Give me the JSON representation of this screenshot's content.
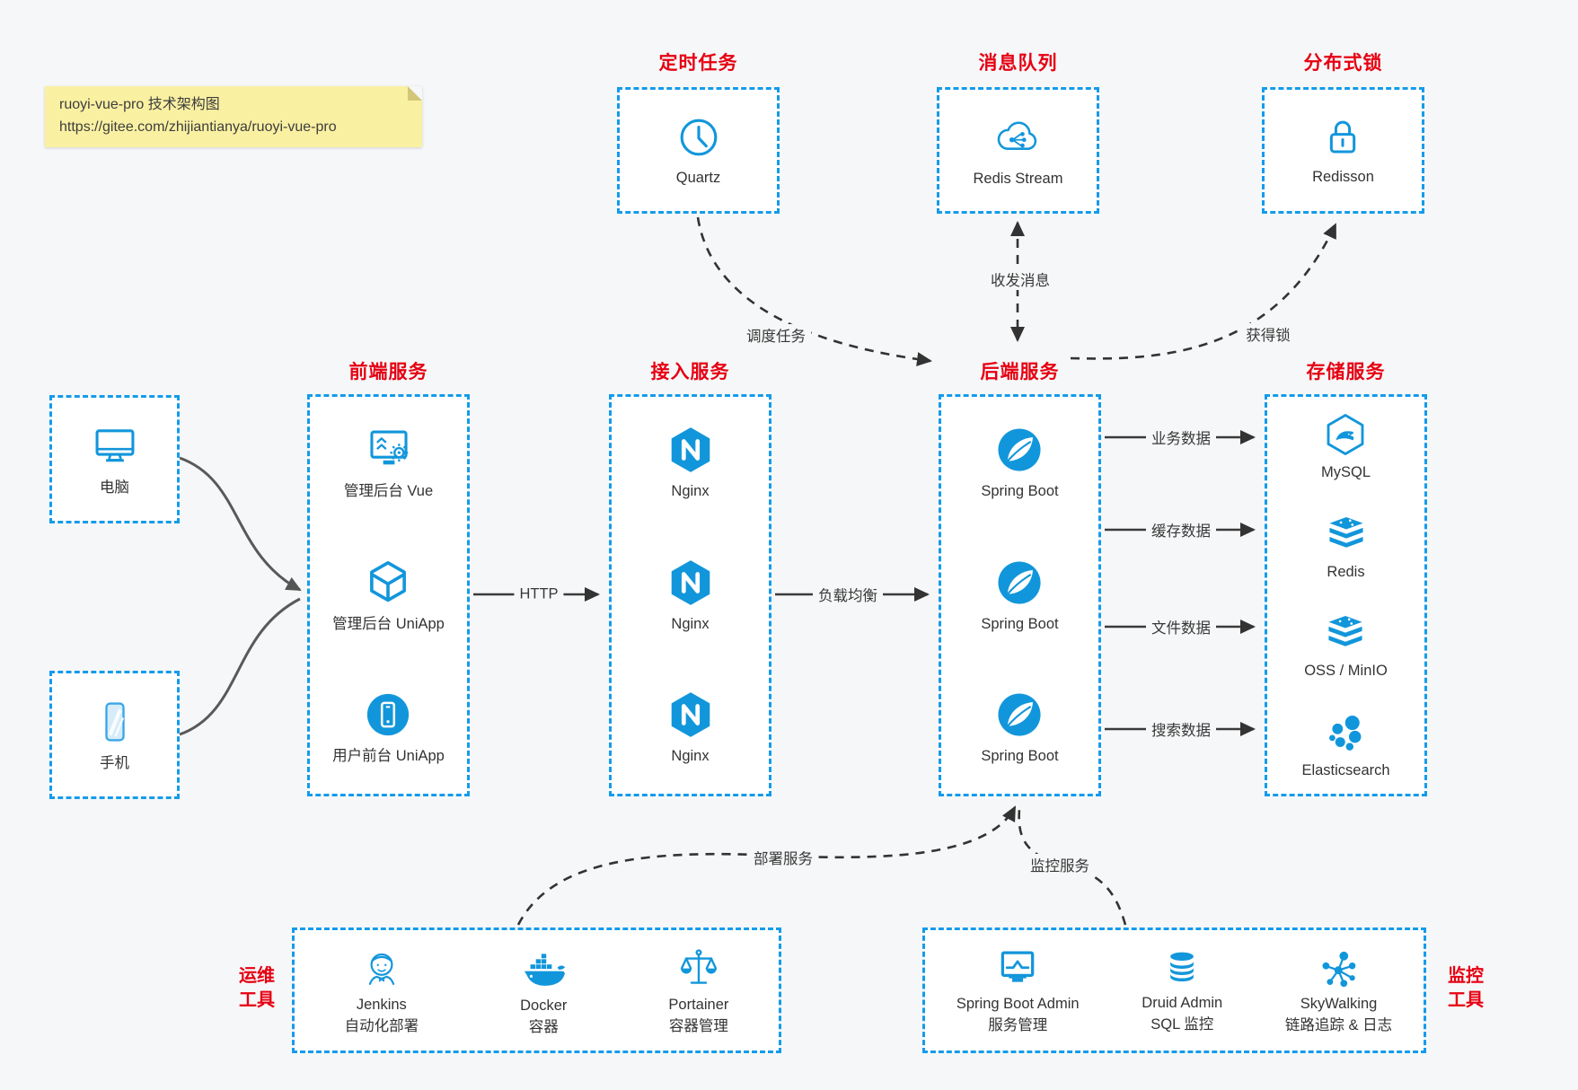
{
  "note": {
    "line1": "ruoyi-vue-pro 技术架构图",
    "line2": "https://gitee.com/zhijiantianya/ruoyi-vue-pro"
  },
  "colors": {
    "accent_blue": "#1296db",
    "border_blue": "#149BEB",
    "title_red": "#e60012",
    "note_yellow": "#faf0a2",
    "arrow_dark": "#333333",
    "arrow_gray": "#595959",
    "background": "#f6f7f8"
  },
  "groups": {
    "scheduler": {
      "title": "定时任务",
      "item": {
        "label": "Quartz"
      }
    },
    "mq": {
      "title": "消息队列",
      "item": {
        "label": "Redis Stream"
      }
    },
    "lock": {
      "title": "分布式锁",
      "item": {
        "label": "Redisson"
      }
    },
    "clients": {
      "pc": "电脑",
      "phone": "手机"
    },
    "frontend": {
      "title": "前端服务",
      "items": [
        {
          "label": "管理后台 Vue"
        },
        {
          "label": "管理后台 UniApp"
        },
        {
          "label": "用户前台 UniApp"
        }
      ]
    },
    "gateway": {
      "title": "接入服务",
      "items": [
        {
          "label": "Nginx"
        },
        {
          "label": "Nginx"
        },
        {
          "label": "Nginx"
        }
      ]
    },
    "backend": {
      "title": "后端服务",
      "items": [
        {
          "label": "Spring Boot"
        },
        {
          "label": "Spring Boot"
        },
        {
          "label": "Spring Boot"
        }
      ]
    },
    "storage": {
      "title": "存储服务",
      "items": [
        {
          "label": "MySQL"
        },
        {
          "label": "Redis"
        },
        {
          "label": "OSS / MinIO"
        },
        {
          "label": "Elasticsearch"
        }
      ]
    },
    "devops": {
      "title_line1": "运维",
      "title_line2": "工具",
      "items": [
        {
          "label": "Jenkins",
          "sublabel": "自动化部署"
        },
        {
          "label": "Docker",
          "sublabel": "容器"
        },
        {
          "label": "Portainer",
          "sublabel": "容器管理"
        }
      ]
    },
    "monitoring": {
      "title_line1": "监控",
      "title_line2": "工具",
      "items": [
        {
          "label": "Spring Boot Admin",
          "sublabel": "服务管理"
        },
        {
          "label": "Druid Admin",
          "sublabel": "SQL 监控"
        },
        {
          "label": "SkyWalking",
          "sublabel": "链路追踪 & 日志"
        }
      ]
    }
  },
  "edges": {
    "http": "HTTP",
    "load_balance": "负载均衡",
    "business_data": "业务数据",
    "cache_data": "缓存数据",
    "file_data": "文件数据",
    "search_data": "搜索数据",
    "schedule_task": "调度任务",
    "send_receive_message": "收发消息",
    "acquire_lock": "获得锁",
    "deploy_service": "部署服务",
    "monitor_service": "监控服务"
  }
}
